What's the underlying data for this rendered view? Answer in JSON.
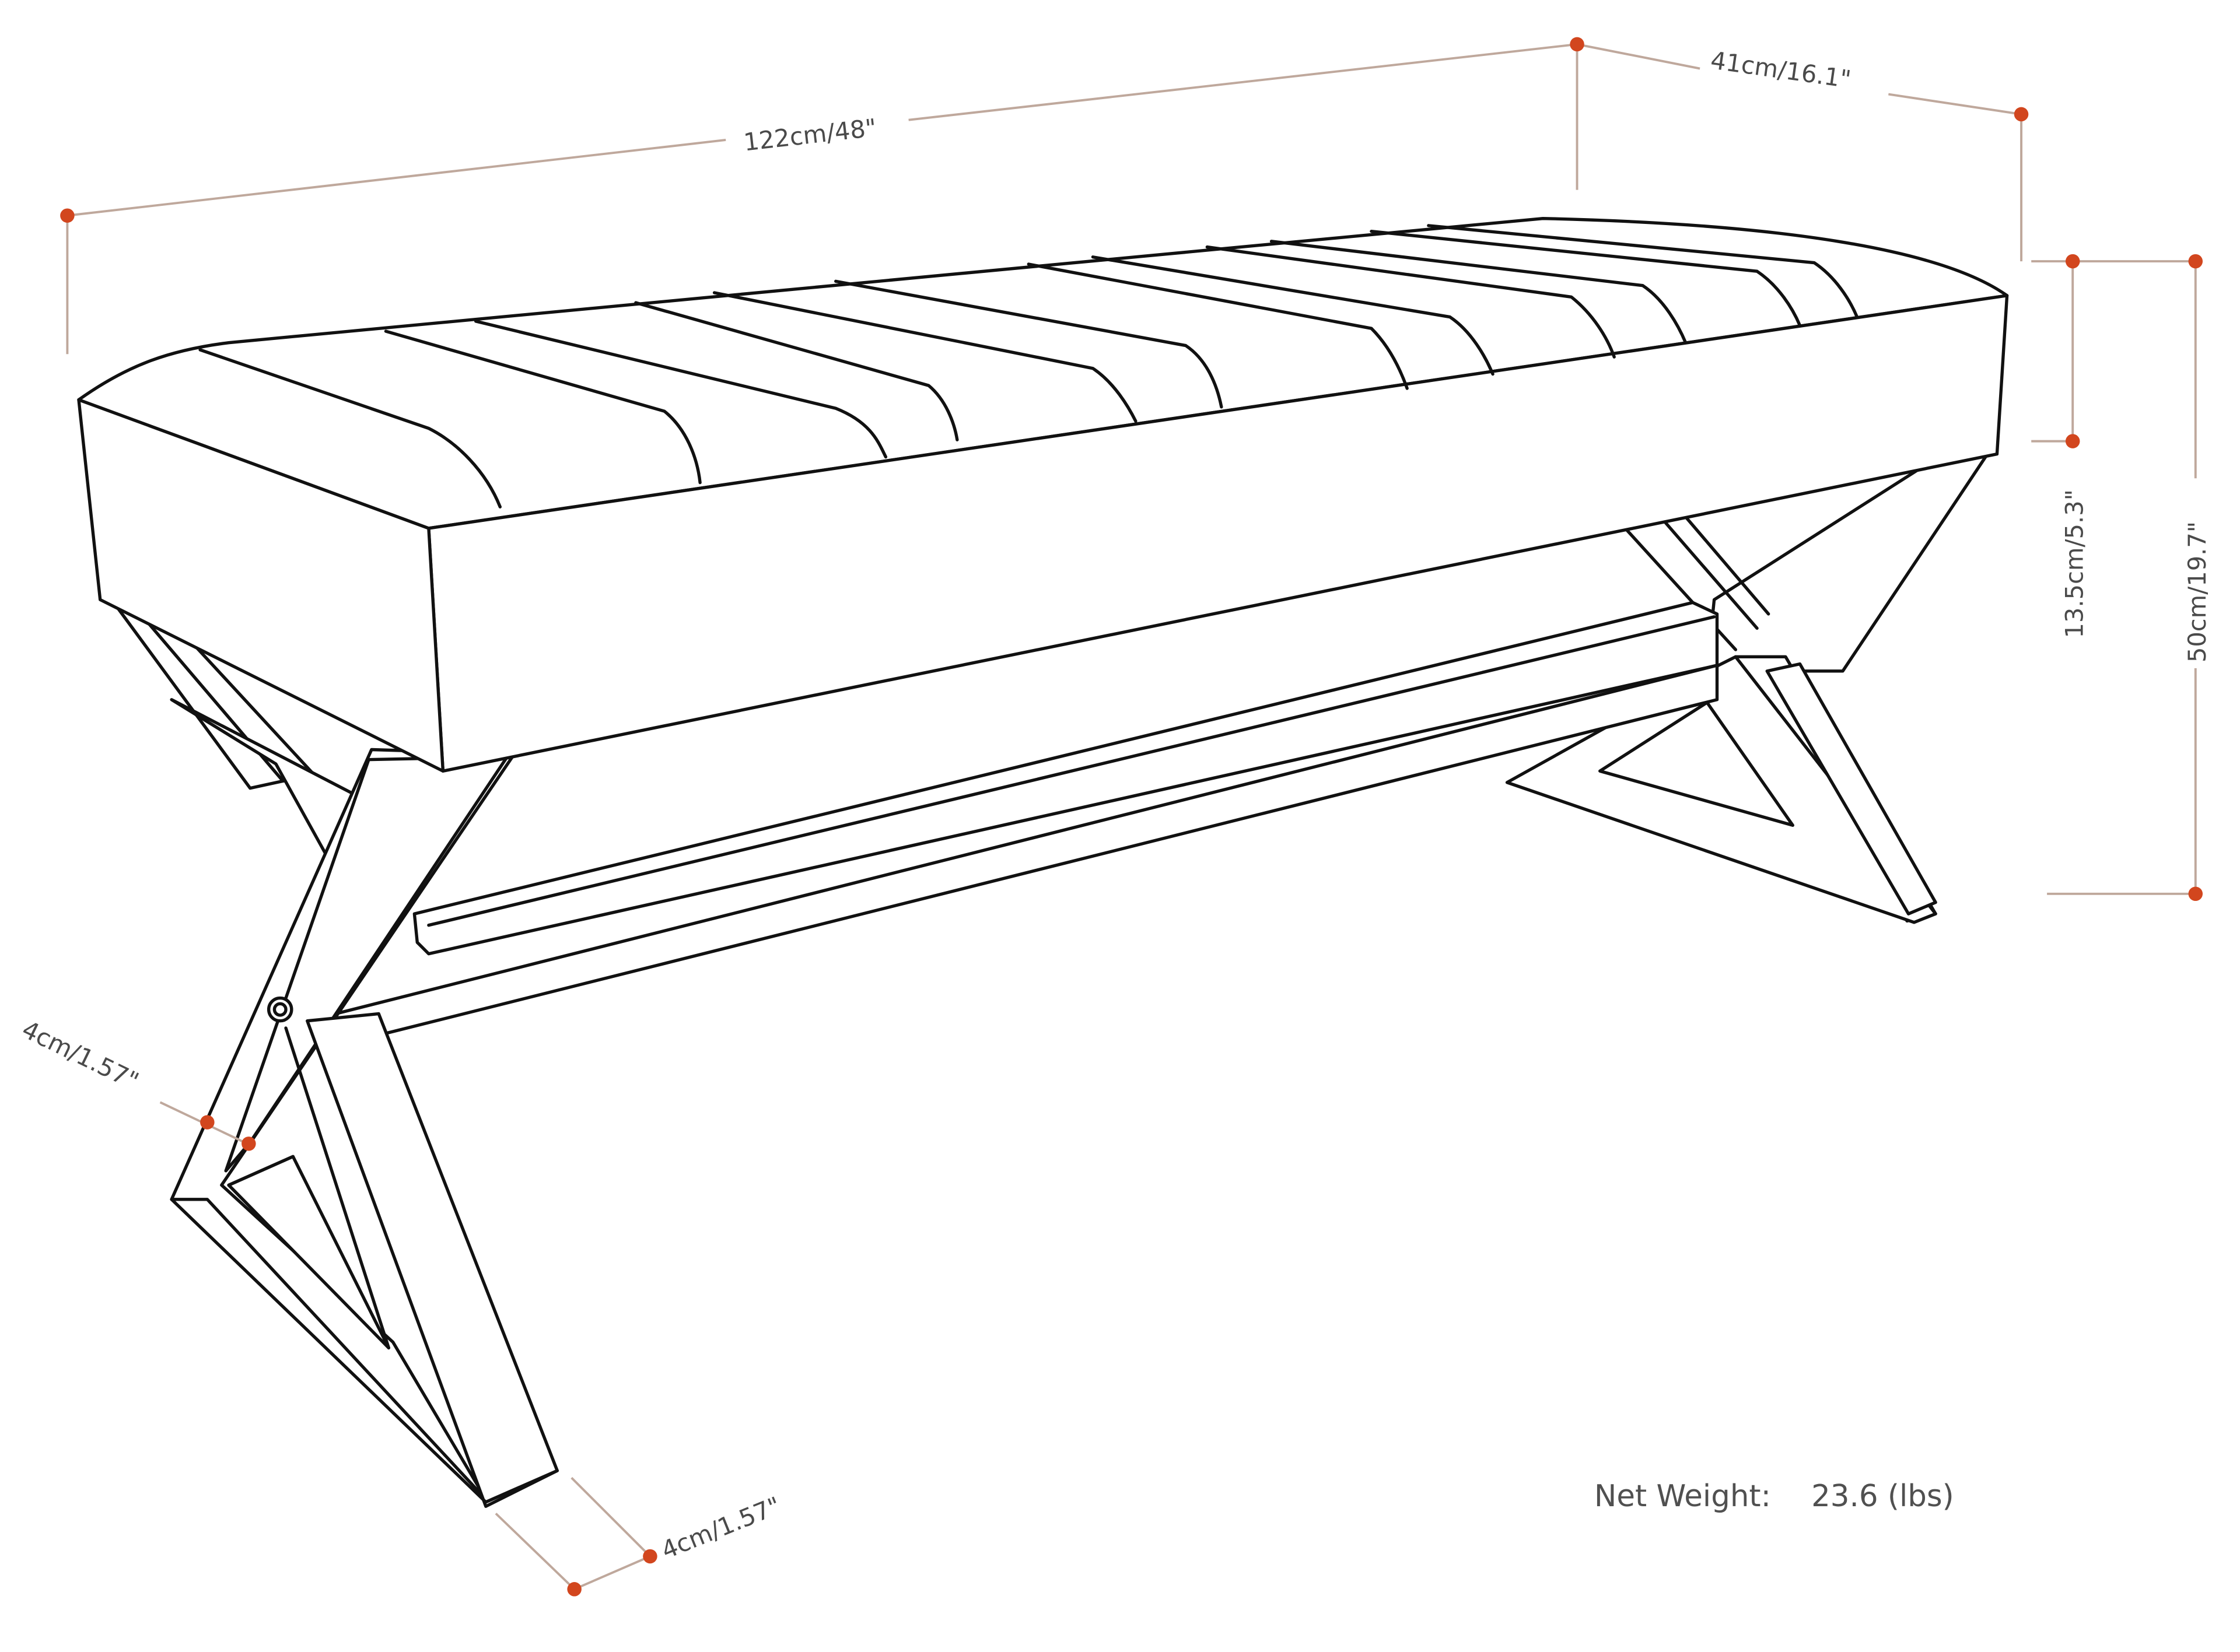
{
  "diagram": {
    "subject": "Upholstered bench with X-frame legs",
    "colors": {
      "outline": "#111111",
      "dimension_line": "#bfa89c",
      "dimension_dot": "#d2461e",
      "text": "#4a4a4a",
      "background": "#ffffff"
    },
    "dimensions": {
      "length": {
        "label": "122cm/48\"",
        "value_cm": 122,
        "value_in": 48
      },
      "depth": {
        "label": "41cm/16.1\"",
        "value_cm": 41,
        "value_in": 16.1
      },
      "cushion_height": {
        "label": "13.5cm/5.3\"",
        "value_cm": 13.5,
        "value_in": 5.3
      },
      "total_height": {
        "label": "50cm/19.7\"",
        "value_cm": 50,
        "value_in": 19.7
      },
      "leg_width_side": {
        "label": "4cm/1.57\"",
        "value_cm": 4,
        "value_in": 1.57
      },
      "leg_width_front": {
        "label": "4cm/1.57\"",
        "value_cm": 4,
        "value_in": 1.57
      }
    },
    "net_weight": {
      "label": "Net Weight:",
      "value": "23.6 (lbs)"
    }
  }
}
